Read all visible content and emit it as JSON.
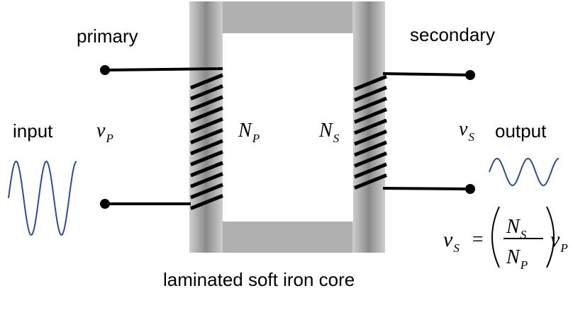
{
  "labels": {
    "primary": "primary",
    "secondary": "secondary",
    "input": "input",
    "output": "output",
    "core": "laminated soft iron core"
  },
  "symbols": {
    "vp_main": "v",
    "vp_sub": "P",
    "np_main": "N",
    "np_sub": "P",
    "ns_main": "N",
    "ns_sub": "S",
    "vs_main": "v",
    "vs_sub": "S"
  },
  "equation": {
    "lhs_main": "v",
    "lhs_sub": "S",
    "equals": "=",
    "num_main": "N",
    "num_sub": "S",
    "den_main": "N",
    "den_sub": "P",
    "rhs_main": "v",
    "rhs_sub": "P"
  },
  "colors": {
    "core_dark": "#8a8a8a",
    "core_light": "#cfcfcf",
    "window": "#ffffff",
    "wire": "#000000",
    "wave": "#2e4d8a"
  }
}
